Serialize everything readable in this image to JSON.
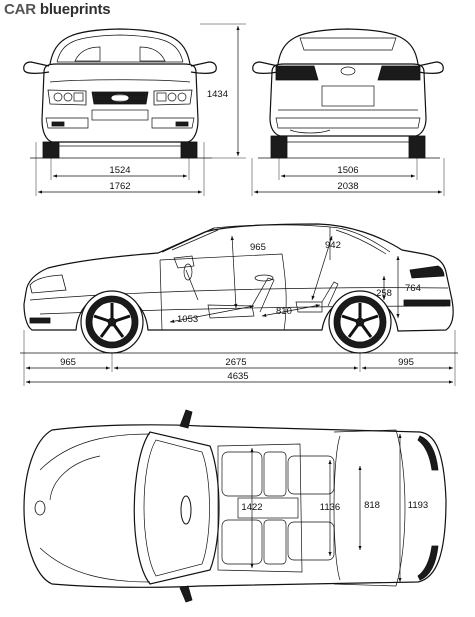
{
  "brand": {
    "part1": "CAR",
    "part2": "blueprints"
  },
  "front_view": {
    "height": "1434",
    "track": "1524",
    "width": "1762"
  },
  "rear_view": {
    "track": "1506",
    "width_mirrors": "2038"
  },
  "side_view": {
    "front_overhang": "965",
    "wheelbase": "2675",
    "rear_overhang": "995",
    "length": "4635",
    "front_headroom": "965",
    "rear_headroom": "942",
    "front_legroom": "1053",
    "rear_legroom": "810",
    "trunk_height": "258",
    "bumper_height": "764"
  },
  "top_view": {
    "front_width": "1422",
    "rear_width": "1136",
    "trunk_length": "818",
    "body_width": "1193"
  }
}
